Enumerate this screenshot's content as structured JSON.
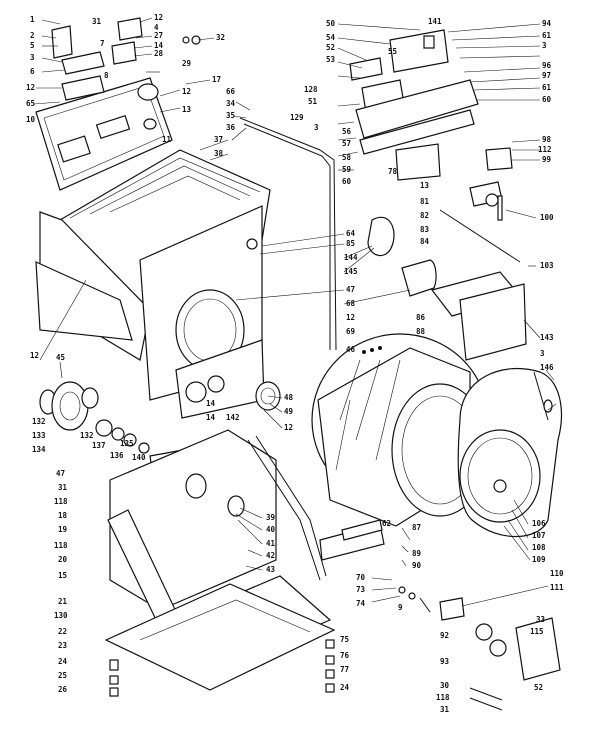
{
  "labels": [
    {
      "id": "l1",
      "text": "1"
    },
    {
      "id": "l31a",
      "text": "31"
    },
    {
      "id": "l12a",
      "text": "12"
    },
    {
      "id": "l2",
      "text": "2"
    },
    {
      "id": "l5",
      "text": "5"
    },
    {
      "id": "l4",
      "text": "4"
    },
    {
      "id": "l27",
      "text": "27"
    },
    {
      "id": "l3",
      "text": "3"
    },
    {
      "id": "l7",
      "text": "7"
    },
    {
      "id": "l14a",
      "text": "14"
    },
    {
      "id": "l28",
      "text": "28"
    },
    {
      "id": "l6",
      "text": "6"
    },
    {
      "id": "l8",
      "text": "8"
    },
    {
      "id": "l29",
      "text": "29"
    },
    {
      "id": "l32",
      "text": "32"
    },
    {
      "id": "l17",
      "text": "17"
    },
    {
      "id": "l12b",
      "text": "12"
    },
    {
      "id": "l65",
      "text": "65"
    },
    {
      "id": "l12c",
      "text": "12"
    },
    {
      "id": "l10",
      "text": "10"
    },
    {
      "id": "l13",
      "text": "13"
    },
    {
      "id": "l11",
      "text": "11"
    },
    {
      "id": "l66",
      "text": "66"
    },
    {
      "id": "l34",
      "text": "34"
    },
    {
      "id": "l35",
      "text": "35"
    },
    {
      "id": "l36",
      "text": "36"
    },
    {
      "id": "l37",
      "text": "37"
    },
    {
      "id": "l38",
      "text": "38"
    },
    {
      "id": "l129",
      "text": "129"
    },
    {
      "id": "l50",
      "text": "50"
    },
    {
      "id": "l54",
      "text": "54"
    },
    {
      "id": "l52",
      "text": "52"
    },
    {
      "id": "l53",
      "text": "53"
    },
    {
      "id": "l55",
      "text": "55"
    },
    {
      "id": "l51",
      "text": "51"
    },
    {
      "id": "l128",
      "text": "128"
    },
    {
      "id": "l3b",
      "text": "3"
    },
    {
      "id": "l56",
      "text": "56"
    },
    {
      "id": "l57",
      "text": "57"
    },
    {
      "id": "l58",
      "text": "58"
    },
    {
      "id": "l59",
      "text": "59"
    },
    {
      "id": "l60b",
      "text": "60"
    },
    {
      "id": "l141",
      "text": "141"
    },
    {
      "id": "l94",
      "text": "94"
    },
    {
      "id": "l61a",
      "text": "61"
    },
    {
      "id": "l3c",
      "text": "3"
    },
    {
      "id": "l96",
      "text": "96"
    },
    {
      "id": "l97",
      "text": "97"
    },
    {
      "id": "l61b",
      "text": "61"
    },
    {
      "id": "l60",
      "text": "60"
    },
    {
      "id": "l98",
      "text": "98"
    },
    {
      "id": "l112",
      "text": "112"
    },
    {
      "id": "l99",
      "text": "99"
    },
    {
      "id": "l78",
      "text": "78"
    },
    {
      "id": "l13b",
      "text": "13"
    },
    {
      "id": "l81",
      "text": "81"
    },
    {
      "id": "l82",
      "text": "82"
    },
    {
      "id": "l83",
      "text": "83"
    },
    {
      "id": "l84",
      "text": "84"
    },
    {
      "id": "l100",
      "text": "100"
    },
    {
      "id": "l103",
      "text": "103"
    },
    {
      "id": "l64",
      "text": "64"
    },
    {
      "id": "l85",
      "text": "85"
    },
    {
      "id": "l144",
      "text": "144"
    },
    {
      "id": "l145",
      "text": "145"
    },
    {
      "id": "l47",
      "text": "47"
    },
    {
      "id": "l68",
      "text": "68"
    },
    {
      "id": "l86",
      "text": "86"
    },
    {
      "id": "l88",
      "text": "88"
    },
    {
      "id": "l143",
      "text": "143"
    },
    {
      "id": "l12d",
      "text": "12"
    },
    {
      "id": "l69",
      "text": "69"
    },
    {
      "id": "l46",
      "text": "46"
    },
    {
      "id": "l3d",
      "text": "3"
    },
    {
      "id": "l146",
      "text": "146"
    },
    {
      "id": "l12e",
      "text": "12"
    },
    {
      "id": "l45",
      "text": "45"
    },
    {
      "id": "l48",
      "text": "48"
    },
    {
      "id": "l49",
      "text": "49"
    },
    {
      "id": "l12f",
      "text": "12"
    },
    {
      "id": "l132a",
      "text": "132"
    },
    {
      "id": "l133",
      "text": "133"
    },
    {
      "id": "l132b",
      "text": "132"
    },
    {
      "id": "l134",
      "text": "134"
    },
    {
      "id": "l137",
      "text": "137"
    },
    {
      "id": "l136",
      "text": "136"
    },
    {
      "id": "l135",
      "text": "135"
    },
    {
      "id": "l140",
      "text": "140"
    },
    {
      "id": "l14b",
      "text": "14"
    },
    {
      "id": "l14c",
      "text": "14"
    },
    {
      "id": "l142",
      "text": "142"
    },
    {
      "id": "l47b",
      "text": "47"
    },
    {
      "id": "l31b",
      "text": "31"
    },
    {
      "id": "l118a",
      "text": "118"
    },
    {
      "id": "l18",
      "text": "18"
    },
    {
      "id": "l19",
      "text": "19"
    },
    {
      "id": "l118b",
      "text": "118"
    },
    {
      "id": "l20",
      "text": "20"
    },
    {
      "id": "l15",
      "text": "15"
    },
    {
      "id": "l21",
      "text": "21"
    },
    {
      "id": "l130",
      "text": "130"
    },
    {
      "id": "l22",
      "text": "22"
    },
    {
      "id": "l23",
      "text": "23"
    },
    {
      "id": "l24a",
      "text": "24"
    },
    {
      "id": "l25",
      "text": "25"
    },
    {
      "id": "l26",
      "text": "26"
    },
    {
      "id": "l39",
      "text": "39"
    },
    {
      "id": "l40",
      "text": "40"
    },
    {
      "id": "l41",
      "text": "41"
    },
    {
      "id": "l42",
      "text": "42"
    },
    {
      "id": "l43",
      "text": "43"
    },
    {
      "id": "l62",
      "text": "62"
    },
    {
      "id": "l87",
      "text": "87"
    },
    {
      "id": "l89",
      "text": "89"
    },
    {
      "id": "l90",
      "text": "90"
    },
    {
      "id": "l70",
      "text": "70"
    },
    {
      "id": "l73",
      "text": "73"
    },
    {
      "id": "l74",
      "text": "74"
    },
    {
      "id": "l9",
      "text": "9"
    },
    {
      "id": "l106",
      "text": "106"
    },
    {
      "id": "l107",
      "text": "107"
    },
    {
      "id": "l108",
      "text": "108"
    },
    {
      "id": "l109",
      "text": "109"
    },
    {
      "id": "l110",
      "text": "110"
    },
    {
      "id": "l111",
      "text": "111"
    },
    {
      "id": "l33",
      "text": "33"
    },
    {
      "id": "l115",
      "text": "115"
    },
    {
      "id": "l92a",
      "text": "92"
    },
    {
      "id": "l93",
      "text": "93"
    },
    {
      "id": "l52b",
      "text": "52"
    },
    {
      "id": "l75",
      "text": "75"
    },
    {
      "id": "l76",
      "text": "76"
    },
    {
      "id": "l77",
      "text": "77"
    },
    {
      "id": "l24b",
      "text": "24"
    },
    {
      "id": "l30",
      "text": "30"
    },
    {
      "id": "l118c",
      "text": "118"
    },
    {
      "id": "l31c",
      "text": "31"
    }
  ]
}
